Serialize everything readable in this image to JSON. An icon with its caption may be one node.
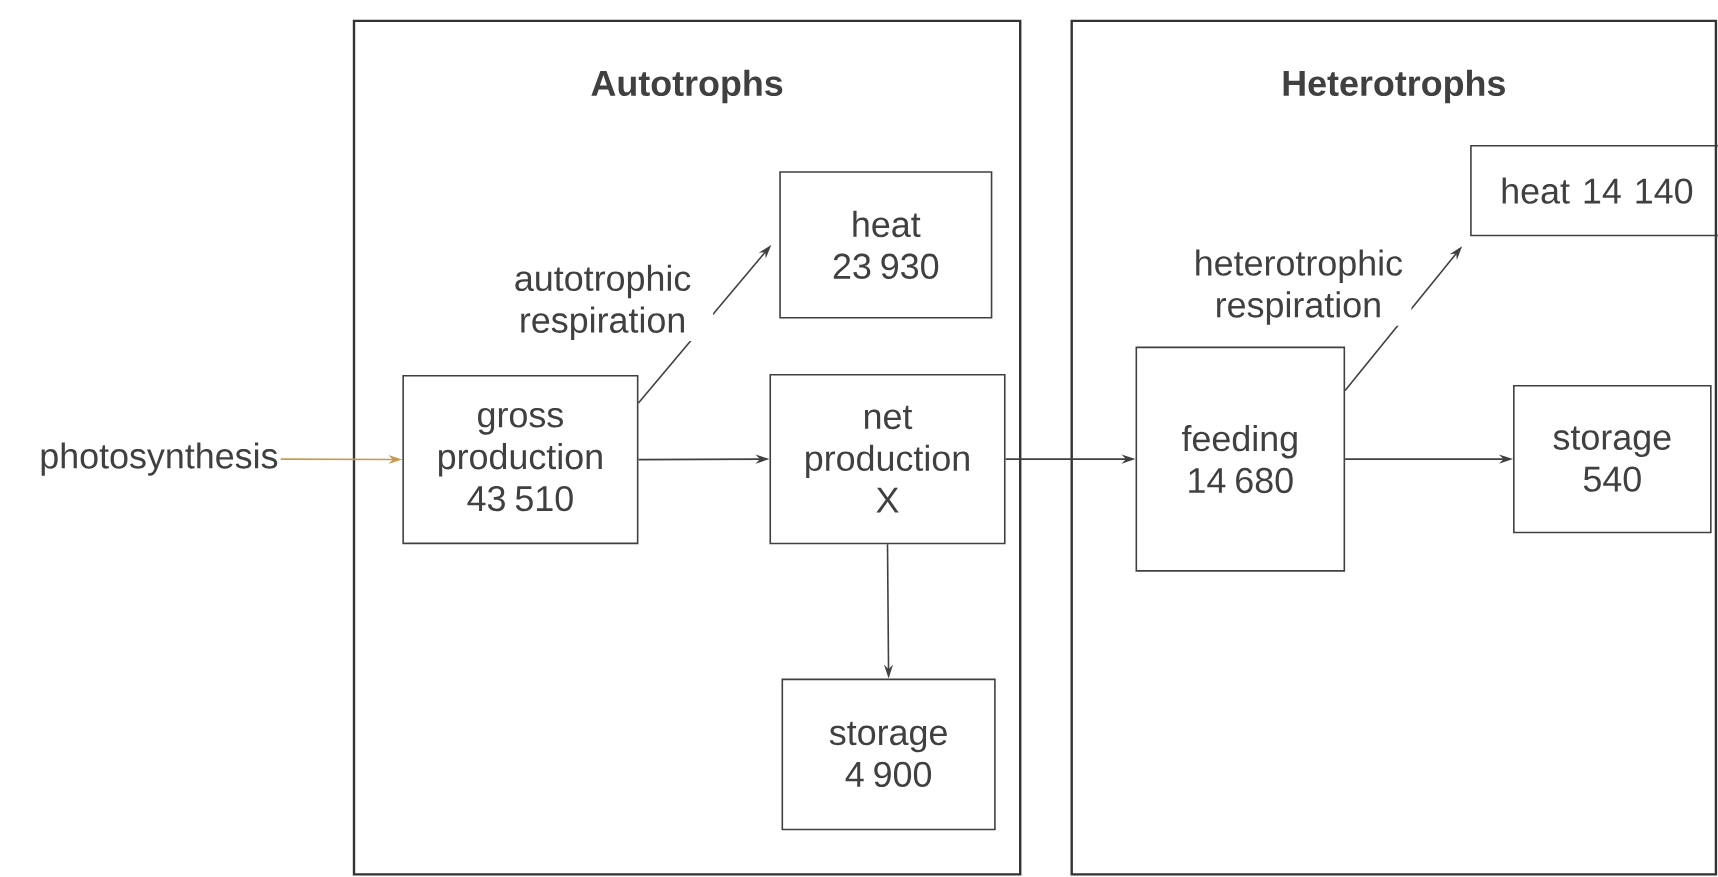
{
  "diagram": {
    "nodes": [
      {
        "text": [
          "photosynthesis"
        ]
      },
      {
        "text": [
          "Autotrophs"
        ]
      },
      {
        "text": [
          "gross production",
          "43 510"
        ],
        "in": 1
      },
      {
        "text": [
          "heat",
          "23 930"
        ],
        "in": 1
      },
      {
        "text": [
          "net production",
          "X"
        ],
        "in": 1
      },
      {
        "text": [
          "storage",
          "4 900"
        ],
        "in": 1
      },
      {
        "text": [
          "Heterotrophs"
        ]
      },
      {
        "text": [
          "heat 14 140"
        ],
        "in": 6
      },
      {
        "text": [
          "feeding",
          "14 680"
        ],
        "in": 6
      },
      {
        "text": [
          "storage",
          "540"
        ],
        "in": 6
      }
    ],
    "edges": [
      {
        "from": 0,
        "to": 2,
        "arrow": "to",
        "color": "#c89a50"
      },
      {
        "from": 2,
        "to": 4,
        "arrow": "to"
      },
      {
        "from": 2,
        "to": 3,
        "arrow": "to",
        "label": "autotrophic respiration"
      },
      {
        "from": 4,
        "to": 5,
        "arrow": "to"
      },
      {
        "from": 4,
        "to": 8,
        "arrow": "to"
      },
      {
        "from": 8,
        "to": 7,
        "arrow": "to",
        "label": "heterotrophic respiration"
      },
      {
        "from": 8,
        "to": 9,
        "arrow": "to"
      }
    ]
  }
}
